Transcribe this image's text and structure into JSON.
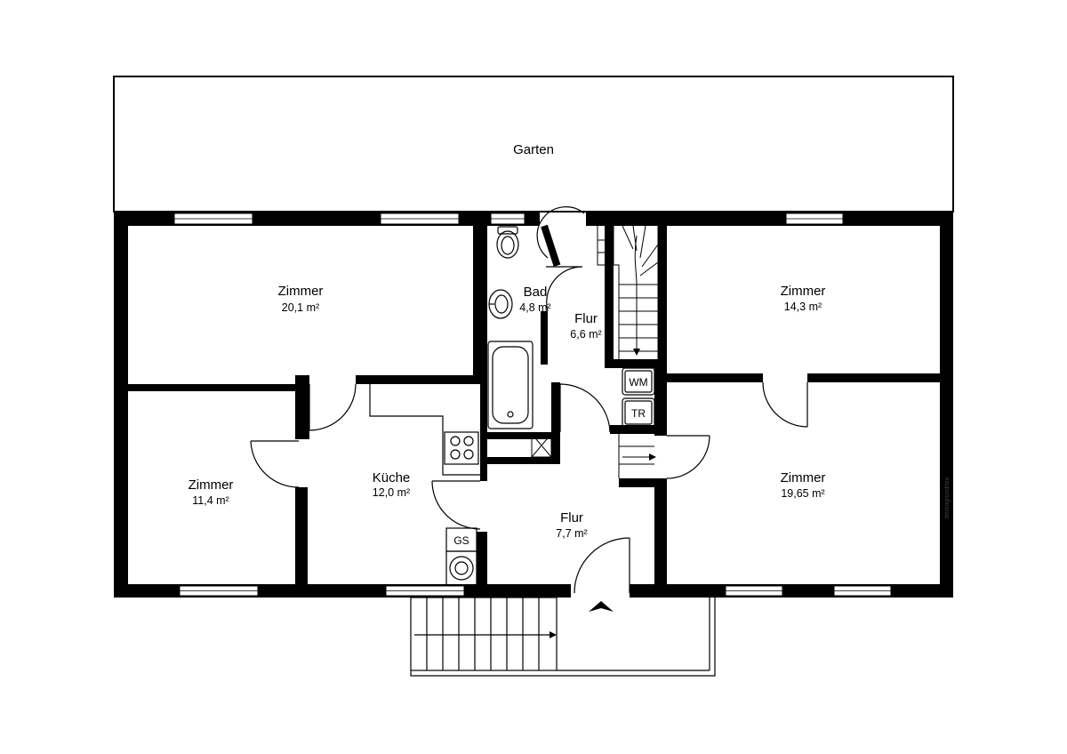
{
  "garden": {
    "label": "Garten"
  },
  "rooms": {
    "zimmer_top_left": {
      "name": "Zimmer",
      "area": "20,1 m²"
    },
    "zimmer_left": {
      "name": "Zimmer",
      "area": "11,4 m²"
    },
    "kueche": {
      "name": "Küche",
      "area": "12,0 m²"
    },
    "bad": {
      "name": "Bad",
      "area": "4,8 m²"
    },
    "flur_upper": {
      "name": "Flur",
      "area": "6,6 m²"
    },
    "flur_lower": {
      "name": "Flur",
      "area": "7,7 m²"
    },
    "zimmer_top_right": {
      "name": "Zimmer",
      "area": "14,3 m²"
    },
    "zimmer_right": {
      "name": "Zimmer",
      "area": "19,65 m²"
    }
  },
  "appliances": {
    "washing_machine": "WM",
    "dryer": "TR",
    "dishwasher": "GS"
  },
  "watermark": "Immogrundriss",
  "colors": {
    "wall": "#000000",
    "background": "#ffffff",
    "window": "#ffffff"
  }
}
